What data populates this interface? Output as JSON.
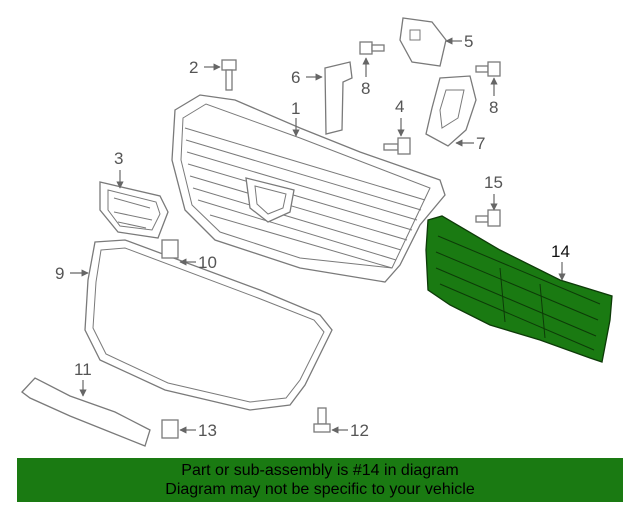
{
  "callouts": {
    "c1": "1",
    "c2": "2",
    "c3": "3",
    "c4": "4",
    "c5": "5",
    "c6": "6",
    "c7": "7",
    "c8a": "8",
    "c8b": "8",
    "c9": "9",
    "c10": "10",
    "c11": "11",
    "c12": "12",
    "c13": "13",
    "c14": "14",
    "c15": "15"
  },
  "highlight": {
    "part_number": "14",
    "color": "#1a7a12"
  },
  "banner": {
    "line1": "Part or sub-assembly is #14 in diagram",
    "line2": "Diagram may not be specific to your vehicle",
    "background": "#1a7a12"
  }
}
